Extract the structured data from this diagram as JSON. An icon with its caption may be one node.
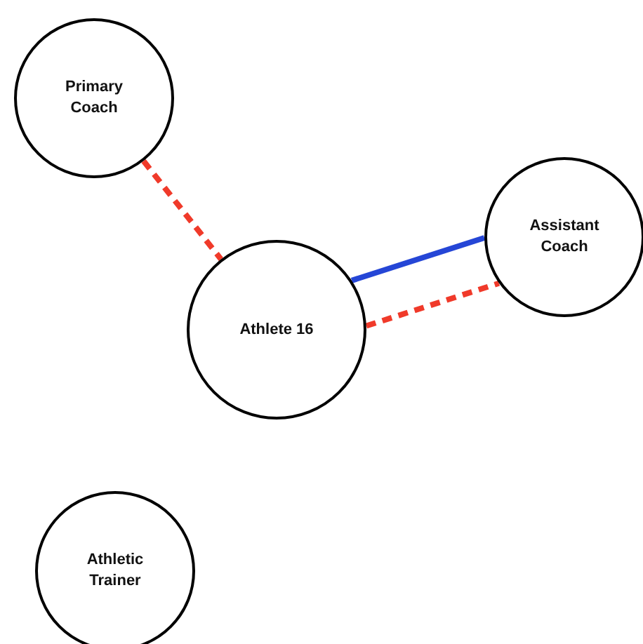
{
  "diagram": {
    "nodes": [
      {
        "text": [
          "Primary Coach"
        ]
      },
      {
        "text": [
          "Assistant Coach"
        ]
      },
      {
        "text": [
          "Athlete 16"
        ]
      },
      {
        "text": [
          "Athletic Trainer"
        ]
      }
    ],
    "edges": [
      {
        "from": 0,
        "to": 2,
        "arrow": "none",
        "style": "dashed"
      },
      {
        "from": 2,
        "to": 1,
        "arrow": "none",
        "color": "#2546d6"
      },
      {
        "from": 2,
        "to": 1,
        "arrow": "none",
        "style": "dashed"
      }
    ]
  }
}
